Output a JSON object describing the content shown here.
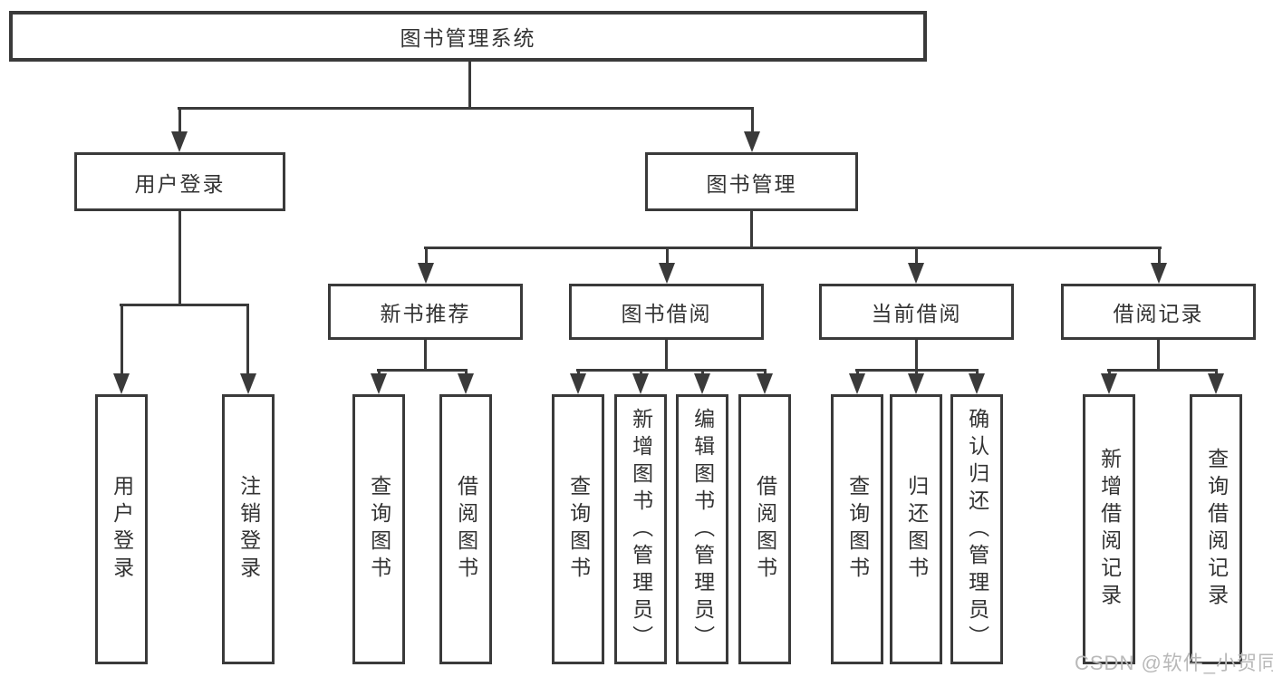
{
  "diagram": {
    "type": "hierarchy-tree",
    "watermark": "CSDN @软件_小贺同学",
    "colors": {
      "line": "#3a3a3a",
      "text": "#333333",
      "background": "#ffffff",
      "watermark": "#b9b9b9"
    },
    "root": {
      "label": "图书管理系统"
    },
    "level2": [
      {
        "id": "user-login",
        "label": "用户登录"
      },
      {
        "id": "book-management",
        "label": "图书管理"
      }
    ],
    "level3": [
      {
        "id": "new-book-recommend",
        "label": "新书推荐",
        "parent": "book-management"
      },
      {
        "id": "book-borrow",
        "label": "图书借阅",
        "parent": "book-management"
      },
      {
        "id": "current-borrow",
        "label": "当前借阅",
        "parent": "book-management"
      },
      {
        "id": "borrow-records",
        "label": "借阅记录",
        "parent": "book-management"
      }
    ],
    "leaves": {
      "user_login": [
        {
          "label": "用户登录"
        },
        {
          "label": "注销登录"
        }
      ],
      "new_book_recommend": [
        {
          "label": "查询图书"
        },
        {
          "label": "借阅图书"
        }
      ],
      "book_borrow": [
        {
          "label": "查询图书"
        },
        {
          "label": "新增图书（管理员）"
        },
        {
          "label": "编辑图书（管理员）"
        },
        {
          "label": "借阅图书"
        }
      ],
      "current_borrow": [
        {
          "label": "查询图书"
        },
        {
          "label": "归还图书"
        },
        {
          "label": "确认归还（管理员）"
        }
      ],
      "borrow_records": [
        {
          "label": "新增借阅记录"
        },
        {
          "label": "查询借阅记录"
        }
      ]
    }
  }
}
